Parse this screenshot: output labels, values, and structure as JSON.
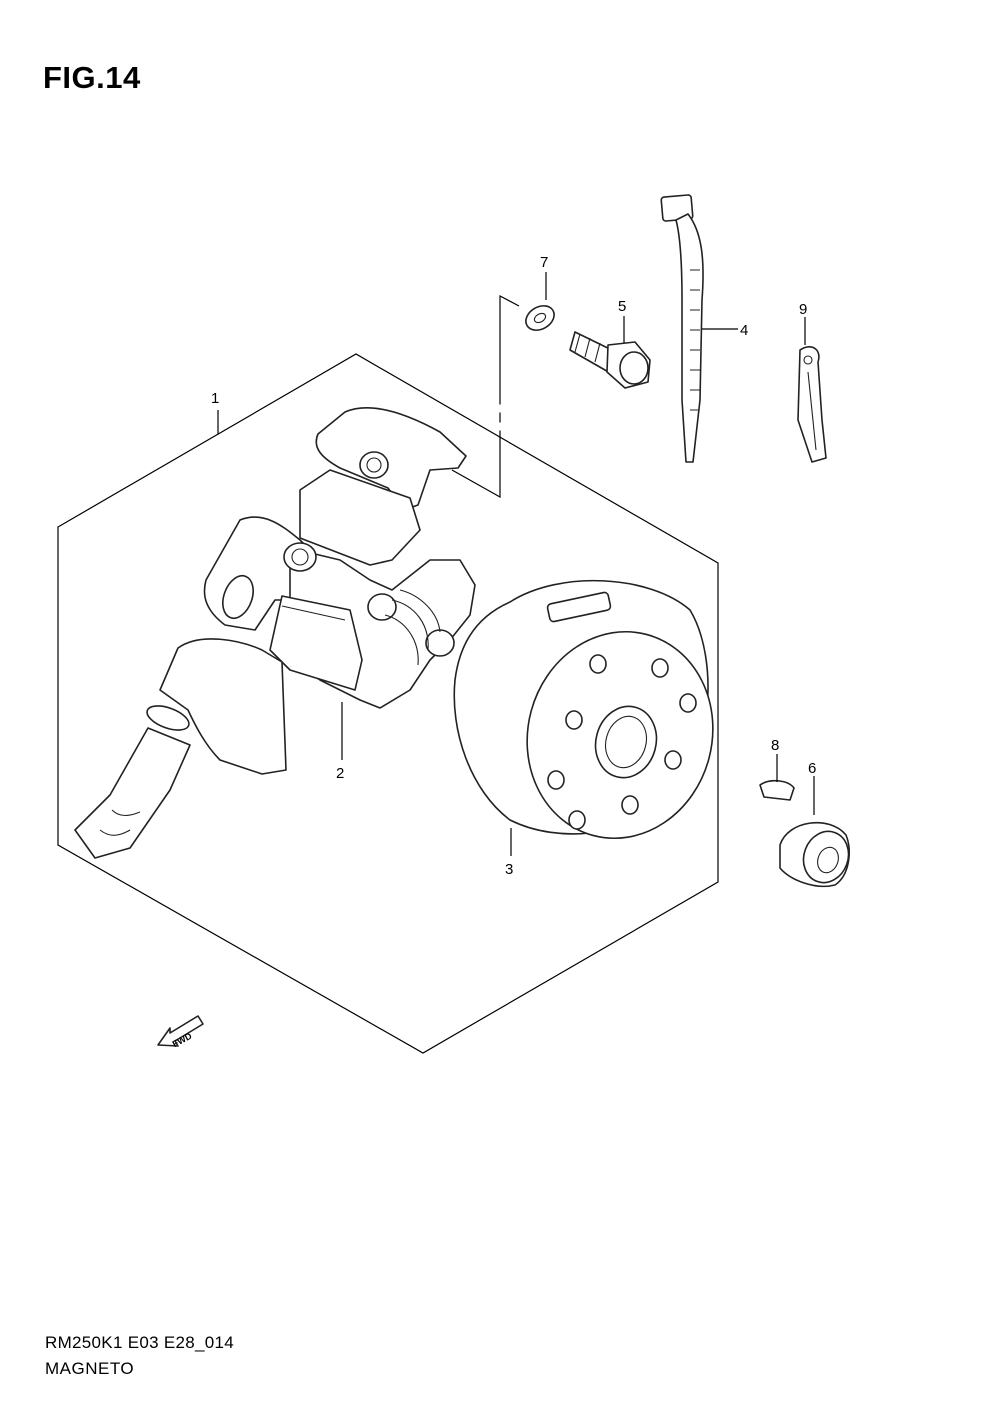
{
  "figure": {
    "title": "FIG.14",
    "footer_code": "RM250K1 E03 E28_014",
    "footer_name": "MAGNETO",
    "fwd_label": "FWD"
  },
  "callouts": [
    {
      "id": "1",
      "label": "1"
    },
    {
      "id": "2",
      "label": "2"
    },
    {
      "id": "3",
      "label": "3"
    },
    {
      "id": "4",
      "label": "4"
    },
    {
      "id": "5",
      "label": "5"
    },
    {
      "id": "6",
      "label": "6"
    },
    {
      "id": "7",
      "label": "7"
    },
    {
      "id": "8",
      "label": "8"
    },
    {
      "id": "9",
      "label": "9"
    }
  ]
}
